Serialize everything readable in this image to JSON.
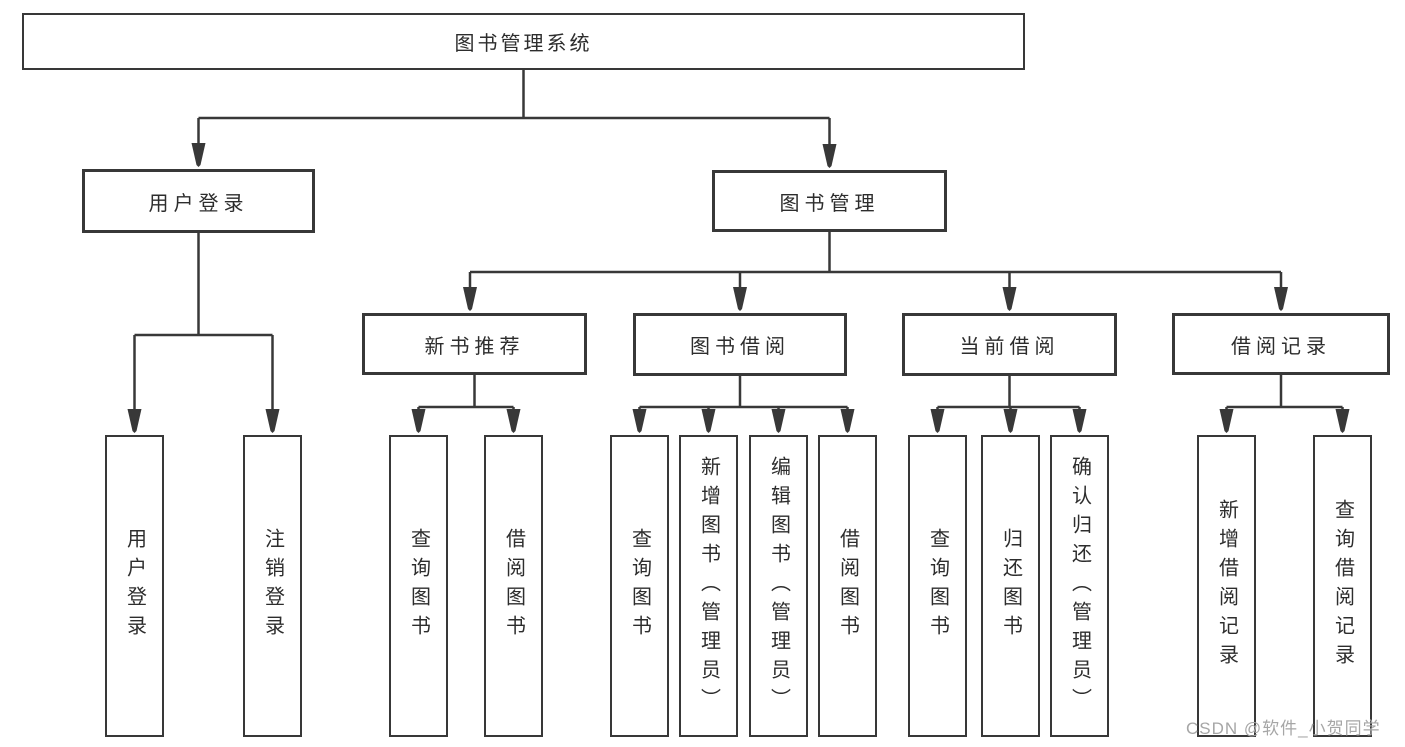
{
  "diagram": {
    "root": "图书管理系统",
    "branches": [
      {
        "label": "用户登录",
        "children": [
          {
            "label": "用户登录"
          },
          {
            "label": "注销登录"
          }
        ]
      },
      {
        "label": "图书管理",
        "children": [
          {
            "label": "新书推荐",
            "children": [
              {
                "label": "查询图书"
              },
              {
                "label": "借阅图书"
              }
            ]
          },
          {
            "label": "图书借阅",
            "children": [
              {
                "label": "查询图书"
              },
              {
                "label": "新增图书（管理员）"
              },
              {
                "label": "编辑图书（管理员）"
              },
              {
                "label": "借阅图书"
              }
            ]
          },
          {
            "label": "当前借阅",
            "children": [
              {
                "label": "查询图书"
              },
              {
                "label": "归还图书"
              },
              {
                "label": "确认归还（管理员）"
              }
            ]
          },
          {
            "label": "借阅记录",
            "children": [
              {
                "label": "新增借阅记录"
              },
              {
                "label": "查询借阅记录"
              }
            ]
          }
        ]
      }
    ]
  },
  "watermark": {
    "text": "CSDN @软件_小贺同学"
  },
  "colors": {
    "line": "#383838",
    "text": "#2d2d2d",
    "watermark": "#a6a6a6"
  }
}
